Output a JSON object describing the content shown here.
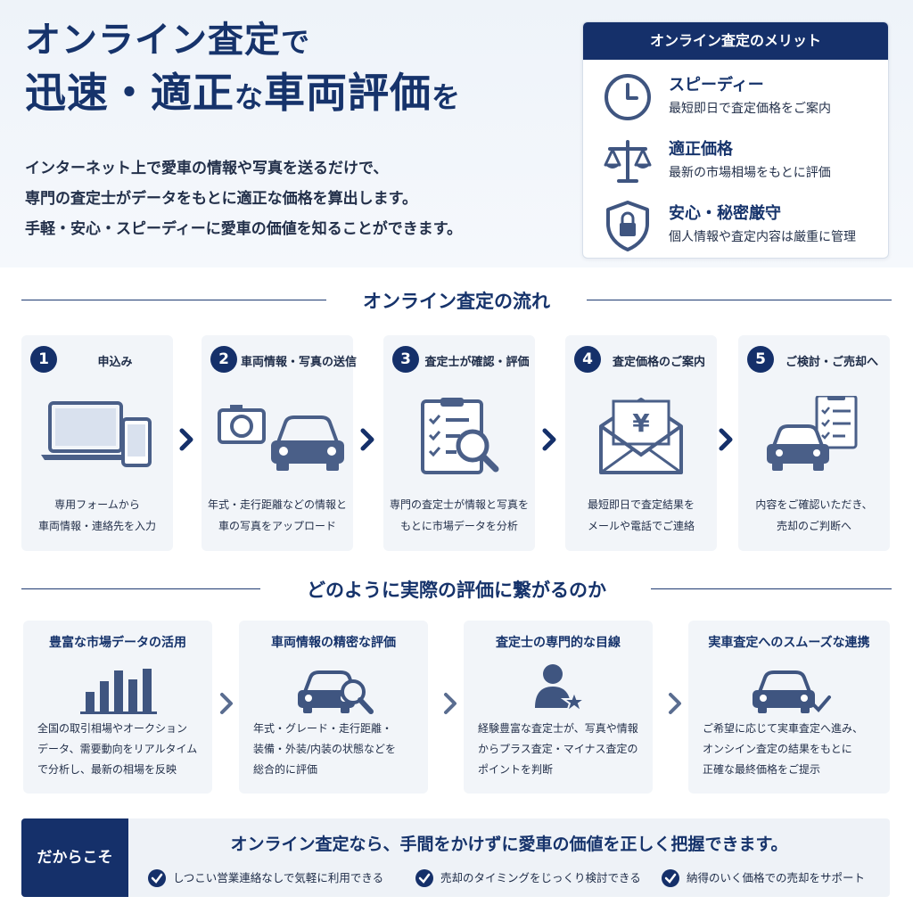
{
  "hero": {
    "title_line1_main": "オンライン査定",
    "title_line1_suffix": "で",
    "title_line2_a": "迅速・適正",
    "title_line2_b": "な",
    "title_line2_c": "車両評価",
    "title_line2_d": "を",
    "desc": [
      "インターネット上で愛車の情報や写真を送るだけで、",
      "専門の査定士がデータをもとに適正な価格を算出します。",
      "手軽・安心・スピーディーに愛車の価値を知ることができます。"
    ]
  },
  "merit": {
    "header": "オンライン査定のメリット",
    "items": [
      {
        "icon": "clock-icon",
        "title": "スピーディー",
        "desc": "最短即日で査定価格をご案内"
      },
      {
        "icon": "scale-icon",
        "title": "適正価格",
        "desc": "最新の市場相場をもとに評価"
      },
      {
        "icon": "shield-lock-icon",
        "title": "安心・秘密厳守",
        "desc": "個人情報や査定内容は厳重に管理"
      }
    ]
  },
  "flow": {
    "heading": "オンライン査定の流れ",
    "steps": [
      {
        "num": "1",
        "title": "申込み",
        "desc1": "専用フォームから",
        "desc2": "車両情報・連絡先を入力",
        "icon": "laptop-phone-icon"
      },
      {
        "num": "2",
        "title": "車両情報・写真の送信",
        "desc1": "年式・走行距離などの情報と",
        "desc2": "車の写真をアップロード",
        "icon": "camera-car-icon"
      },
      {
        "num": "3",
        "title": "査定士が確認・評価",
        "desc1": "専門の査定士が情報と写真を",
        "desc2": "もとに市場データを分析",
        "icon": "checklist-magnifier-icon"
      },
      {
        "num": "4",
        "title": "査定価格のご案内",
        "desc1": "最短即日で査定結果を",
        "desc2": "メールや電話でご連絡",
        "icon": "yen-envelope-icon"
      },
      {
        "num": "5",
        "title": "ご検討・ご売却へ",
        "desc1": "内容をご確認いただき、",
        "desc2": "売却のご判断へ",
        "icon": "car-checklist-icon"
      }
    ]
  },
  "how": {
    "heading": "どのように実際の評価に繋がるのか",
    "cards": [
      {
        "title": "豊富な市場データの活用",
        "icon": "bar-chart-icon",
        "desc": [
          "全国の取引相場やオークション",
          "データ、需要動向をリアルタイム",
          "で分析し、最新の相場を反映"
        ]
      },
      {
        "title": "車両情報の精密な評価",
        "icon": "car-magnifier-icon",
        "desc": [
          "年式・グレード・走行距離・",
          "装備・外装/内装の状態などを",
          "総合的に評価"
        ]
      },
      {
        "title": "査定士の専門的な目線",
        "icon": "appraiser-star-icon",
        "desc": [
          "経験豊富な査定士が、写真や情報",
          "からプラス査定・マイナス査定の",
          "ポイントを判断"
        ]
      },
      {
        "title": "実車査定へのスムーズな連携",
        "icon": "car-check-icon",
        "desc": [
          "ご希望に応じて実車査定へ進み、",
          "オンシイン査定の結果をもとに",
          "正確な最終価格をご提示"
        ]
      }
    ]
  },
  "bottom": {
    "label": "だからこそ",
    "message": "オンライン査定なら、手間をかけずに愛車の価値を正しく把握できます。",
    "checks": [
      "しつこい営業連絡なしで気軽に利用できる",
      "売却のタイミングをじっくり検討できる",
      "納得のいく価格での売却をサポート"
    ]
  },
  "colors": {
    "navy": "#15306a",
    "icon": "#3f5580",
    "card_bg": "#f2f5f9"
  }
}
